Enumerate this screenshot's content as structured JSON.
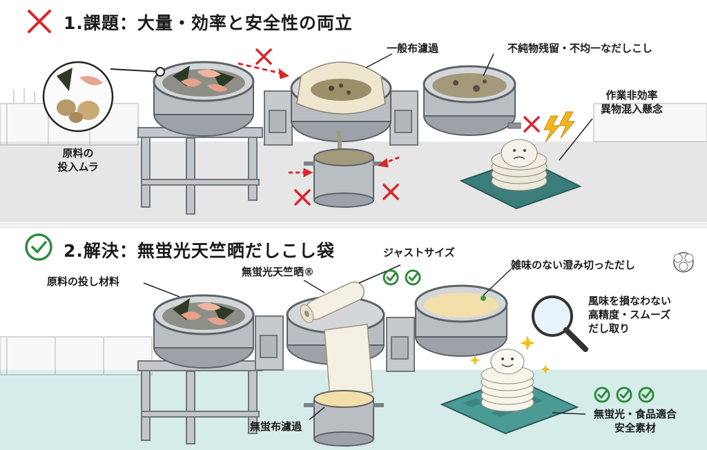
{
  "problem": {
    "heading": "1.課題：大量・効率と安全性の両立",
    "labels": {
      "raw_uneven_line1": "原料の",
      "raw_uneven_line2": "投入ムラ",
      "cotton_cloth": "一般布濾過",
      "impurity": "不純物残留・不均一なだしこし",
      "inefficient_line1": "作業非効率",
      "inefficient_line2": "異物混入懸念"
    }
  },
  "solution": {
    "heading": "2.解決：無蛍光天竺晒だしこし袋",
    "labels": {
      "raw_input": "原料の投し材料",
      "tenjiku": "無蛍光天竺晒®",
      "just_size": "ジャストサイズ",
      "clear_dashi": "雑味のない澄み切っただし",
      "precision_line1": "風味を損なわない",
      "precision_line2": "高精度・スムーズ",
      "precision_line3": "だし取り",
      "nonwoven": "無蛍布濾過",
      "safe_line1": "無蛍光・食品適合",
      "safe_line2": "安全素材"
    }
  },
  "colors": {
    "cross": "#d9262c",
    "check": "#2e8b3a",
    "steel": "#b9bec3",
    "steel_dark": "#6f757a",
    "kombu": "#2f3a26",
    "bonito": "#e6a08c",
    "broth_dirty": "#a39a7c",
    "broth_clear": "#f2dfaa",
    "floor_top": "#e6e6e6",
    "floor_bottom": "#d6ecea",
    "mat_top": "#3a7d7a",
    "mat_bottom": "#4a9a96"
  },
  "icons": [
    "cross-icon",
    "check-icon",
    "arrow-icon",
    "lightning-icon",
    "magnifier-icon",
    "cotton-icon",
    "sparkle-icon"
  ]
}
